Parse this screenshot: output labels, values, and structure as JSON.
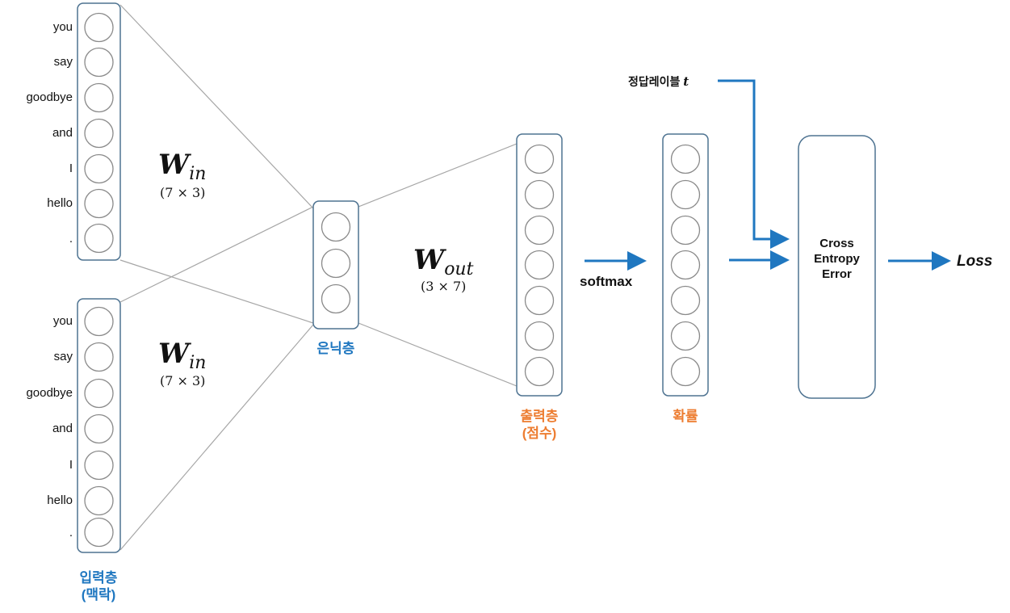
{
  "input_words": [
    "you",
    "say",
    "goodbye",
    "and",
    "I",
    "hello",
    "."
  ],
  "labels": {
    "input_layer": "입력층",
    "input_layer_sub": "(맥락)",
    "hidden_layer": "은닉층",
    "output_layer": "출력층",
    "output_layer_sub": "(점수)",
    "probability": "확률",
    "softmax": "softmax",
    "answer_label": "정답레이블",
    "answer_var": "t",
    "loss_box_line1": "Cross",
    "loss_box_line2": "Entropy",
    "loss_box_line3": "Error",
    "loss": "Loss"
  },
  "weights": {
    "w_in": {
      "main": "W",
      "sub": "in",
      "dims": "(7 × 3)"
    },
    "w_out": {
      "main": "W",
      "sub": "out",
      "dims": "(3 × 7)"
    }
  },
  "colors": {
    "layer_border": "#4e7391",
    "neuron_border": "#8a8a8a",
    "connection": "#a6a6a6",
    "arrow": "#1f77c0",
    "blue_text": "#1f77c0",
    "orange_text": "#ed7d31"
  }
}
